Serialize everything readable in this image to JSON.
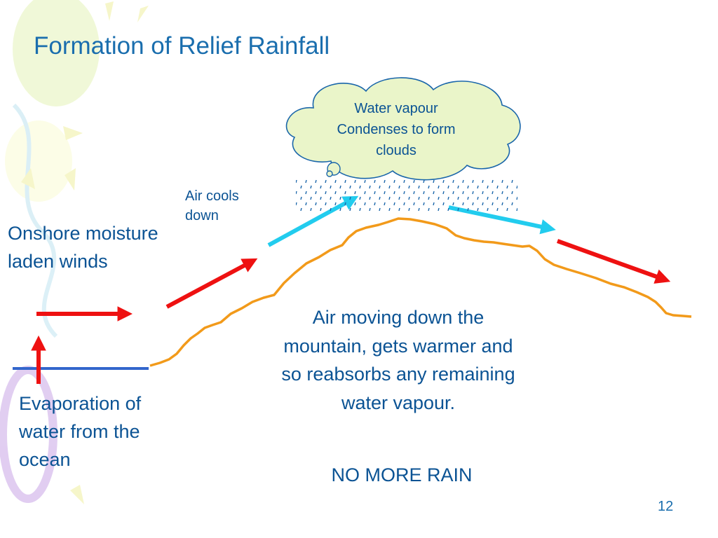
{
  "slide": {
    "title": "Formation of Relief Rainfall",
    "page_number": "12"
  },
  "diagram": {
    "cloud_label": "Water vapour Condenses to form clouds",
    "air_cools_label": "Air cools down",
    "onshore_label": "Onshore moisture laden winds",
    "evaporation_label": "Evaporation of water from the ocean",
    "descent_label": "Air moving down the mountain, gets warmer and so reabsorbs any remaining water vapour.",
    "no_rain_label": "NO MORE RAIN"
  },
  "colors": {
    "text": "#0b5394",
    "title": "#1a6eae",
    "warm_wind_arrow": "#ee1111",
    "cool_wind_arrow": "#22ccee",
    "mountain_outline": "#f29a1a",
    "ocean": "#3366cc",
    "cloud_fill": "#eaf5c9",
    "rain": "#1a66aa"
  }
}
